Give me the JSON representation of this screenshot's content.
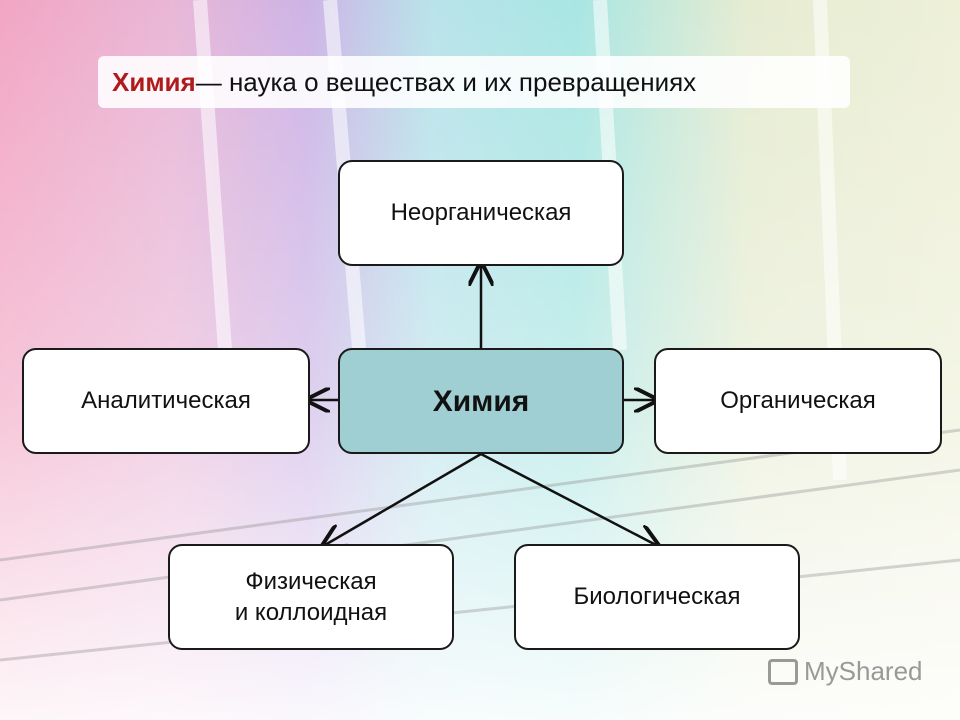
{
  "title": {
    "highlight": "Химия",
    "rest": " — наука о веществах и их превращениях"
  },
  "nodes": {
    "center": "Химия",
    "top": "Неорганическая",
    "left": "Аналитическая",
    "right": "Органическая",
    "bottom_left_line1": "Физическая",
    "bottom_left_line2": "и коллоидная",
    "bottom_right": "Биологическая"
  },
  "colors": {
    "center_fill": "#9fcfd3",
    "title_accent": "#b01a1a"
  },
  "watermark": {
    "logo_text": "MyShared"
  }
}
